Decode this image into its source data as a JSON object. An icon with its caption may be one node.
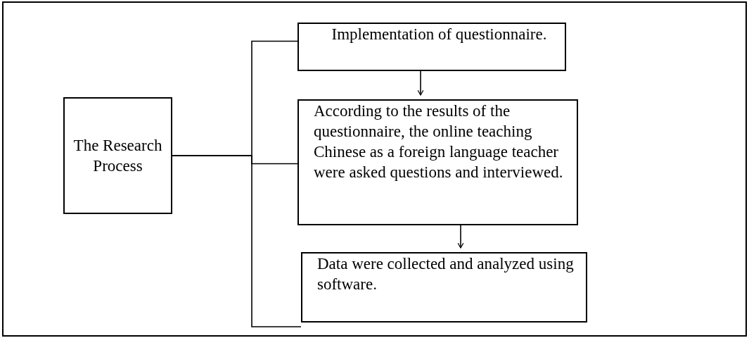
{
  "diagram": {
    "nodes": [
      {
        "text": [
          "The Research Process"
        ]
      },
      {
        "text": [
          "Implementation of questionnaire."
        ]
      },
      {
        "text": [
          "According to the results of the questionnaire, the online teaching Chinese as a foreign language teacher were asked questions and interviewed."
        ]
      },
      {
        "text": [
          "Data were collected and analyzed using software."
        ]
      }
    ],
    "edges": [
      {
        "from": 0,
        "to": 1,
        "arrow": "none"
      },
      {
        "from": 0,
        "to": 2,
        "arrow": "none"
      },
      {
        "from": 0,
        "to": 3,
        "arrow": "none"
      },
      {
        "from": 1,
        "to": 2,
        "arrow": "to"
      },
      {
        "from": 2,
        "to": 3,
        "arrow": "to"
      }
    ]
  }
}
